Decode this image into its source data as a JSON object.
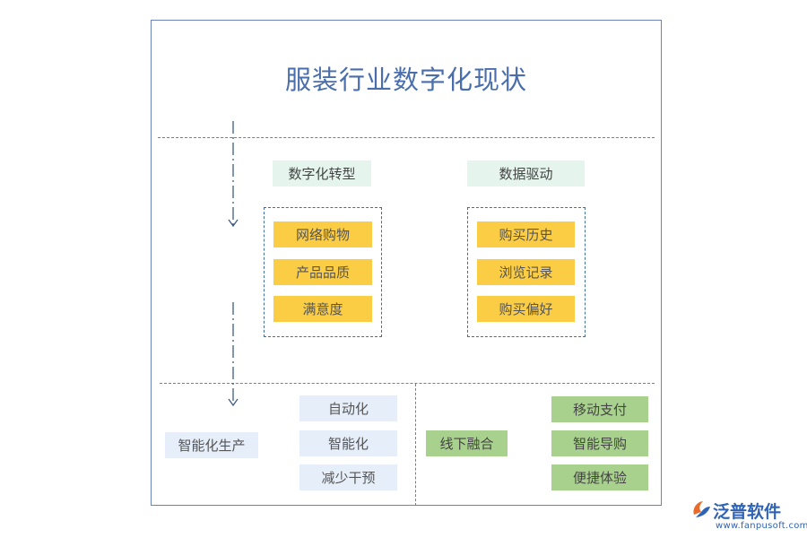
{
  "title": "服装行业数字化现状",
  "left_column": {
    "header": "数字化转型",
    "items": [
      "网络购物",
      "产品品质",
      "满意度"
    ]
  },
  "right_column": {
    "header": "数据驱动",
    "items": [
      "购买历史",
      "浏览记录",
      "购买偏好"
    ]
  },
  "bottom_left": {
    "root": "智能化生产",
    "items": [
      "自动化",
      "智能化",
      "减少干预"
    ]
  },
  "bottom_right": {
    "root": "线下融合",
    "items": [
      "移动支付",
      "智能导购",
      "便捷体验"
    ]
  },
  "logo": {
    "name": "泛普软件",
    "url": "www.fanpusoft.com"
  },
  "colors": {
    "frame": "#6b84b4",
    "title": "#4a6dab",
    "mint": "#e5f5ee",
    "yellow": "#fbcd45",
    "blue_light": "#e6eef9",
    "green": "#a9d18e"
  }
}
